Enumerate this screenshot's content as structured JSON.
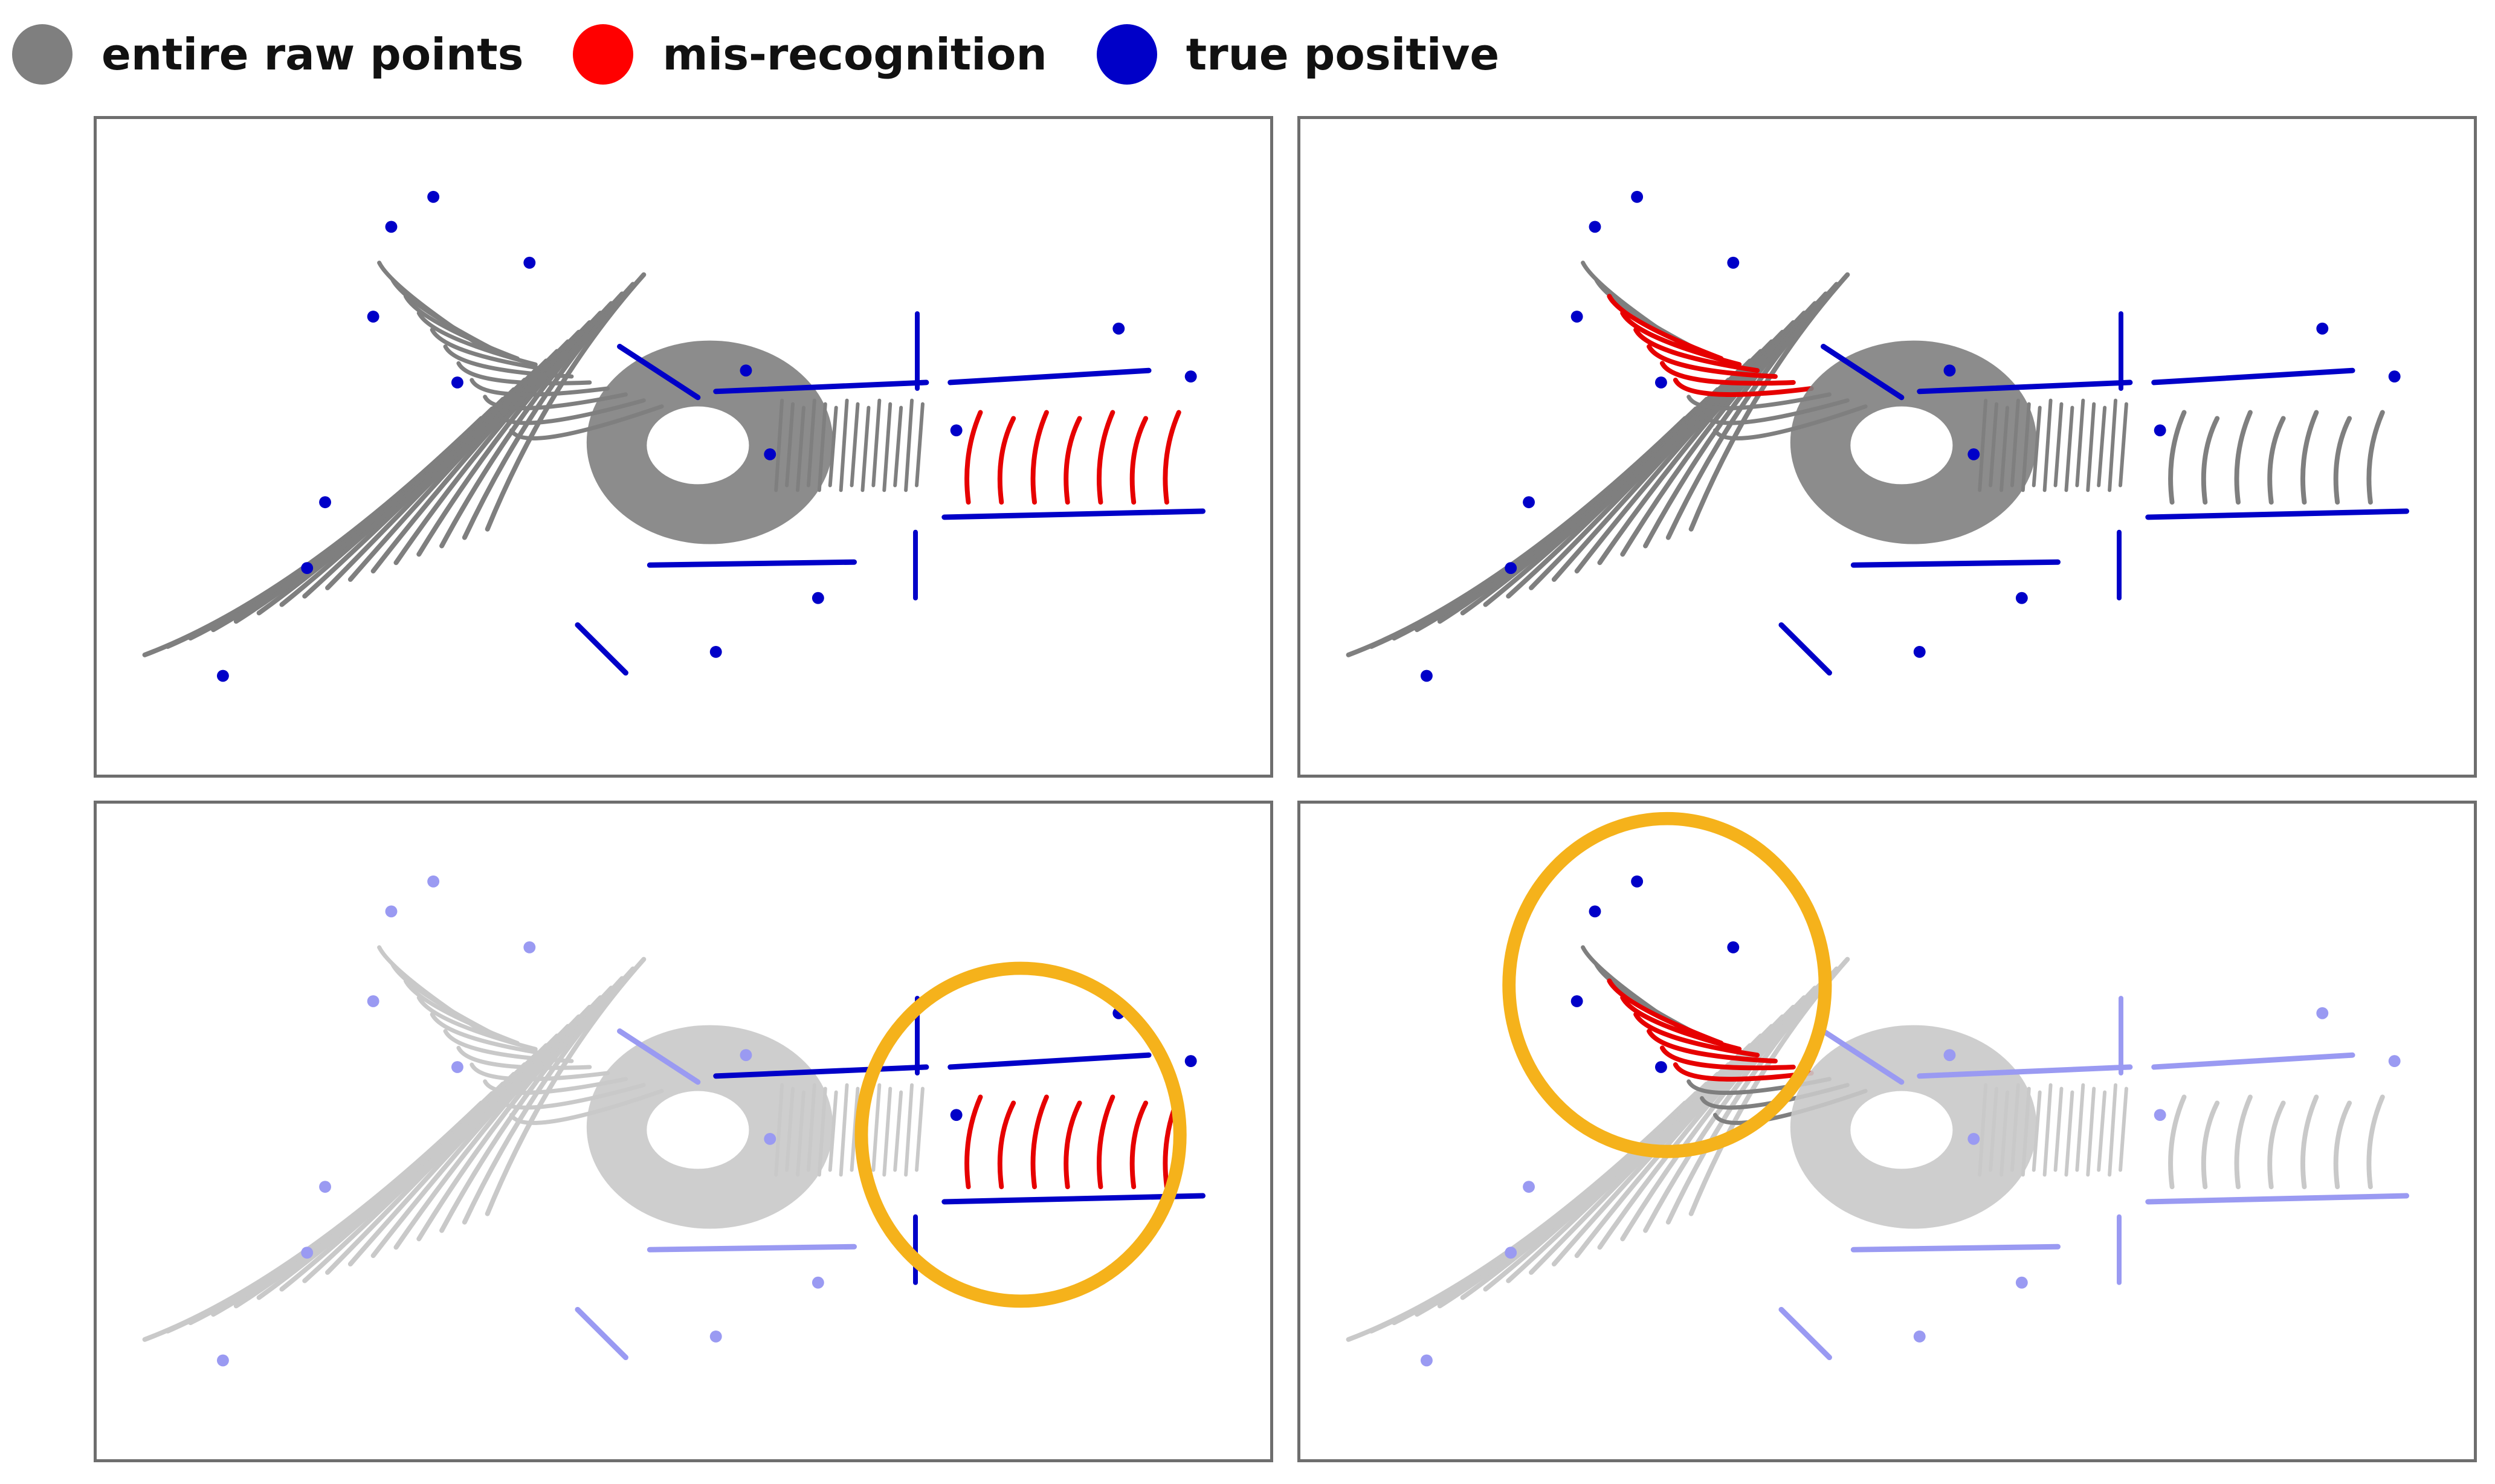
{
  "legend": [
    {
      "label": "entire raw points",
      "color": "#7f7f7f",
      "icon": "gray-dot-icon"
    },
    {
      "label": "mis-recognition",
      "color": "#ff0000",
      "icon": "red-dot-icon"
    },
    {
      "label": "true positive",
      "color": "#0000c8",
      "icon": "blue-dot-icon"
    }
  ],
  "colors": {
    "raw": "#7f7f7f",
    "raw_faded": "#c9c9c9",
    "mis": "#e60000",
    "tp": "#0000c8",
    "tp_faded": "#9a9af2",
    "highlight": "#f5b21b",
    "border": "#6e6e6e"
  },
  "panels": [
    {
      "id": "top-left",
      "errors": "right-road",
      "faded": false,
      "highlight": null
    },
    {
      "id": "top-right",
      "errors": "upper-left-road",
      "faded": false,
      "highlight": null
    },
    {
      "id": "bottom-left",
      "errors": "right-road",
      "faded": true,
      "highlight": "right-road"
    },
    {
      "id": "bottom-right",
      "errors": "upper-left-road",
      "faded": true,
      "highlight": "upper-left-road"
    }
  ]
}
